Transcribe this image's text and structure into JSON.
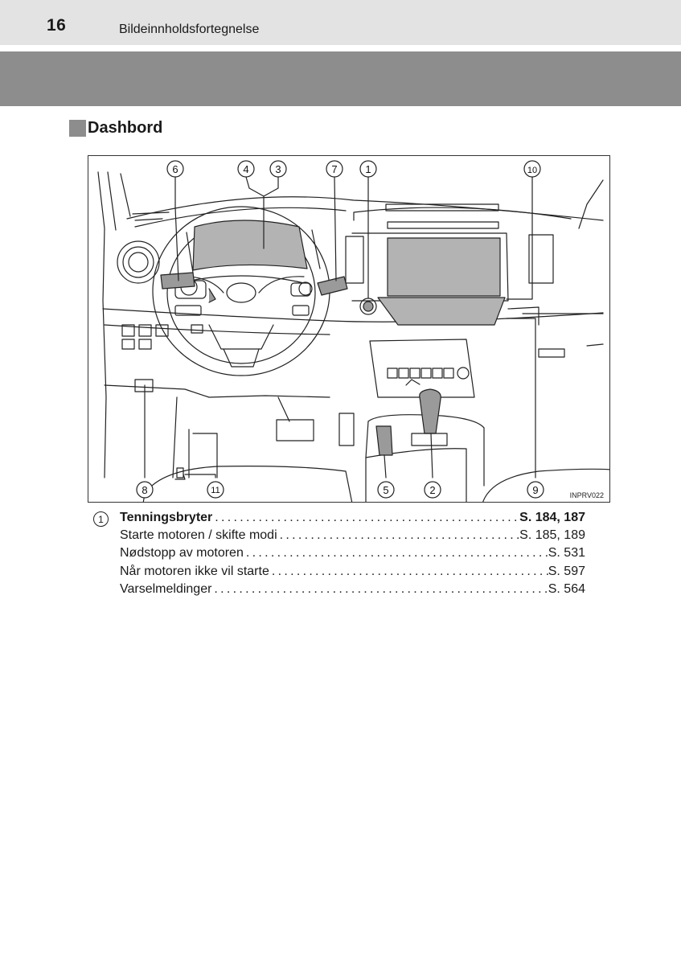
{
  "header": {
    "page_number": "16",
    "title": "Bildeinnholdsfortegnelse"
  },
  "section": {
    "title": "Dashbord"
  },
  "figure": {
    "code": "INPRV022",
    "callouts": [
      "1",
      "2",
      "3",
      "4",
      "5",
      "6",
      "7",
      "8",
      "9",
      "10",
      "11"
    ]
  },
  "entries": [
    {
      "number": "1",
      "label": "Tenningsbryter",
      "page": "S. 184, 187",
      "style": "main"
    },
    {
      "number": "",
      "label": "Starte motoren / skifte modi",
      "page": "S. 185, 189",
      "style": "sub"
    },
    {
      "number": "",
      "label": "Nødstopp av motoren",
      "page": "S. 531",
      "style": "sub"
    },
    {
      "number": "",
      "label": "Når motoren ikke vil starte",
      "page": "S. 597",
      "style": "sub"
    },
    {
      "number": "",
      "label": "Varselmeldinger",
      "page": "S. 564",
      "style": "sub"
    }
  ]
}
